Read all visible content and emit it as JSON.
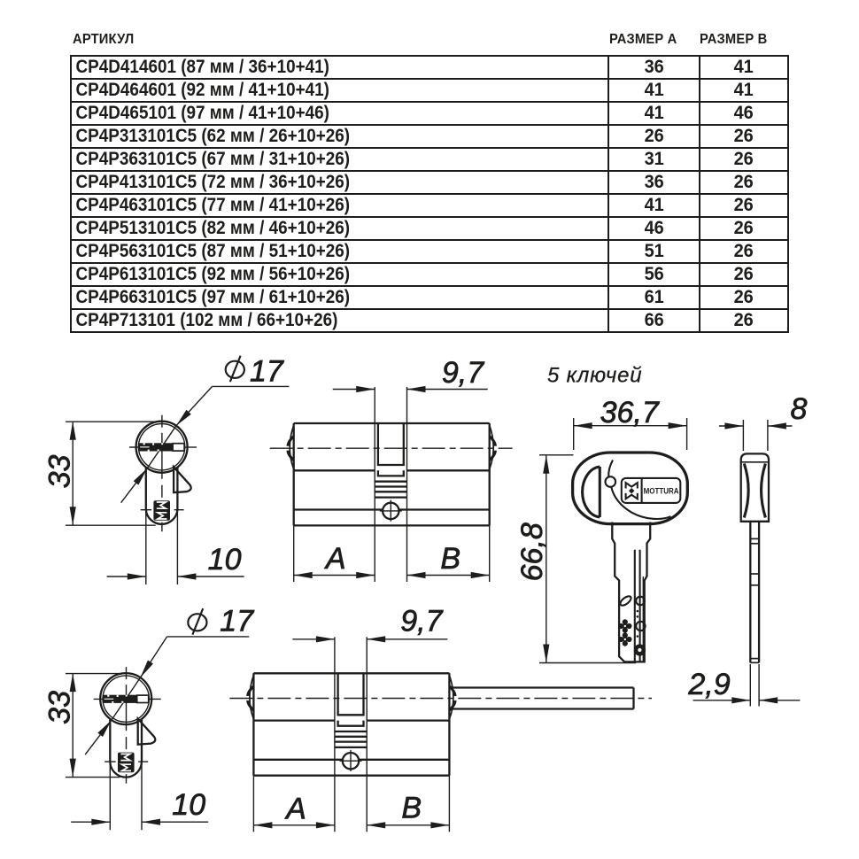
{
  "colors": {
    "ink": "#1d1d1b",
    "background": "#ffffff"
  },
  "table": {
    "headers": {
      "article": "АРТИКУЛ",
      "size_a": "РАЗМЕР А",
      "size_b": "РАЗМЕР В"
    },
    "rows": [
      {
        "article": "CP4D414601 (87 мм / 36+10+41)",
        "a": "36",
        "b": "41"
      },
      {
        "article": "CP4D464601 (92 мм / 41+10+41)",
        "a": "41",
        "b": "41"
      },
      {
        "article": "CP4D465101 (97 мм / 41+10+46)",
        "a": "41",
        "b": "46"
      },
      {
        "article": "CP4P313101C5 (62 мм / 26+10+26)",
        "a": "26",
        "b": "26"
      },
      {
        "article": "CP4P363101C5 (67 мм / 31+10+26)",
        "a": "31",
        "b": "26"
      },
      {
        "article": "CP4P413101C5 (72 мм / 36+10+26)",
        "a": "36",
        "b": "26"
      },
      {
        "article": "CP4P463101C5 (77 мм / 41+10+26)",
        "a": "41",
        "b": "26"
      },
      {
        "article": "CP4P513101C5 (82 мм / 46+10+26)",
        "a": "46",
        "b": "26"
      },
      {
        "article": "CP4P563101C5 (87 мм / 51+10+26)",
        "a": "51",
        "b": "26"
      },
      {
        "article": "CP4P613101C5 (92 мм / 56+10+26)",
        "a": "56",
        "b": "26"
      },
      {
        "article": "CP4P663101C5 (97 мм / 61+10+26)",
        "a": "61",
        "b": "26"
      },
      {
        "article": "CP4P713101 (102 мм / 66+10+26)",
        "a": "66",
        "b": "26"
      }
    ]
  },
  "drawing": {
    "keys_note": "5 ключей",
    "logo_brand": "MOTTURA",
    "labels": {
      "face_diameter": "17",
      "face_height": "33",
      "face_width": "10",
      "cam_width": "9,7",
      "dim_a": "A",
      "dim_b": "B",
      "key_head_width": "36,7",
      "key_length": "66,8",
      "key_head_thickness": "8",
      "key_blade_thickness": "2,9"
    }
  }
}
